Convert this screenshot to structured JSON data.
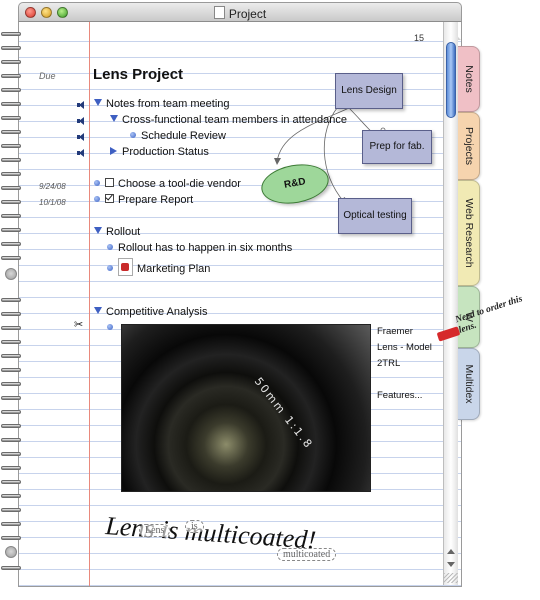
{
  "window": {
    "title": "Project"
  },
  "page": {
    "number": "15",
    "due_label": "Due",
    "title": "Lens Project"
  },
  "outline": {
    "notes_meeting": "Notes from team meeting",
    "cross_functional": "Cross-functional team members in attendance",
    "schedule_review": "Schedule Review",
    "production_status": "Production Status",
    "tooldie": "Choose a tool-die vendor",
    "tooldie_date": "9/24/08",
    "report": "Prepare Report",
    "report_date": "10/1/08",
    "rollout": "Rollout",
    "rollout_detail": "Rollout has to happen in six months",
    "marketing": "Marketing Plan",
    "competitive": "Competitive Analysis"
  },
  "mindmap": {
    "lens_design": "Lens Design",
    "prep": "Prep for fab.",
    "rd": "R&D",
    "optical": "Optical testing"
  },
  "photo": {
    "lens_marking": "50mm 1:1.8",
    "notes": [
      "Fraemer",
      "Lens - Model",
      "2TRL",
      "",
      "Features..."
    ]
  },
  "handwriting": {
    "script": "Lens is multicoated!",
    "recognized": [
      "Lens",
      "is",
      "multicoated"
    ]
  },
  "tabs": [
    {
      "label": "Notes",
      "color": "#f0c0c6"
    },
    {
      "label": "Projects",
      "color": "#f6d4ae"
    },
    {
      "label": "Web Research",
      "color": "#f1eab4"
    },
    {
      "label": "W",
      "color": "#c6e4bf"
    },
    {
      "label": "Multidex",
      "color": "#c9d6ea"
    }
  ],
  "sticky": {
    "text": "Need to order this lens."
  }
}
